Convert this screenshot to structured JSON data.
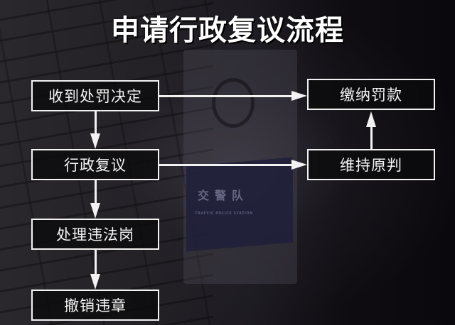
{
  "title": "申请行政复议流程",
  "background": {
    "sign_text": "交警队",
    "sign_subtext": "TRAFFIC POLICE STATION"
  },
  "nodes": {
    "receive_decision": "收到处罚决定",
    "admin_review": "行政复议",
    "handle_officer": "处理违法岗",
    "revoke_violation": "撤销违章",
    "pay_fine": "缴纳罚款",
    "uphold_original": "维持原判"
  },
  "edges": [
    {
      "from": "收到处罚决定",
      "to": "缴纳罚款"
    },
    {
      "from": "收到处罚决定",
      "to": "行政复议"
    },
    {
      "from": "行政复议",
      "to": "维持原判"
    },
    {
      "from": "行政复议",
      "to": "处理违法岗"
    },
    {
      "from": "维持原判",
      "to": "缴纳罚款"
    },
    {
      "from": "处理违法岗",
      "to": "撤销违章"
    }
  ],
  "colors": {
    "box_border": "#f2f2f2",
    "text": "#ffffff",
    "background": "#141216"
  }
}
